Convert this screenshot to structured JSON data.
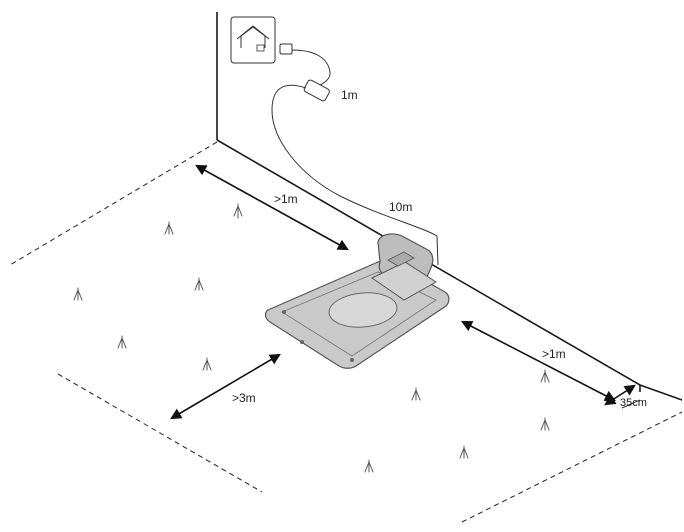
{
  "labels": {
    "cable_to_socket": "1m",
    "power_cable": "10m",
    "clearance_back": ">1m",
    "clearance_front": ">3m",
    "clearance_side": ">1m",
    "boundary_offset": "35cm"
  }
}
